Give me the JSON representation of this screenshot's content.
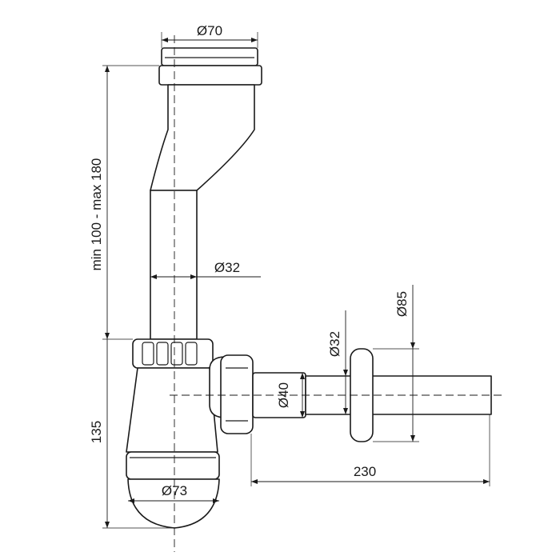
{
  "drawing": {
    "subject": "bottle-trap siphon",
    "dimensions": {
      "top_diameter": "Ø70",
      "height_range": "min 100 - max 180",
      "pipe_diameter": "Ø32",
      "outlet_pipe_diameter": "Ø32",
      "outlet_nut_diameter": "Ø40",
      "rosette_diameter": "Ø85",
      "body_height": "135",
      "outlet_length": "230",
      "bottle_diameter": "Ø73"
    }
  }
}
